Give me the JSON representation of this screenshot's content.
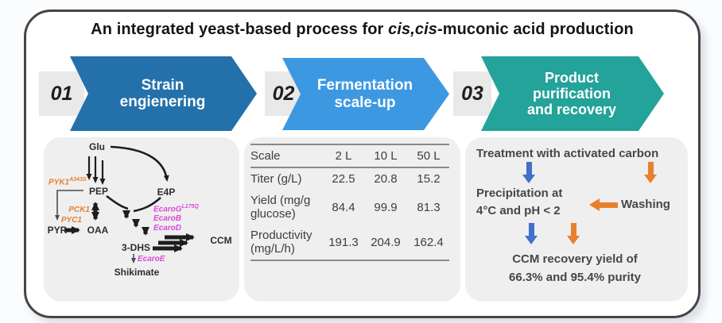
{
  "colors": {
    "step1_blue": "#2470aa",
    "step2_blue": "#3d98e2",
    "step3_teal": "#23a39a",
    "orange": "#e8802e",
    "magenta": "#d94ad9",
    "flow_blue": "#4370c9",
    "panel_gray": "#efefef",
    "numbox_gray": "#e9e9e9",
    "frame_border": "#454545",
    "text_dark": "#3e3e3e"
  },
  "title": {
    "prefix": "An integrated yeast-based process for ",
    "italic": "cis,cis",
    "suffix": "-muconic acid production"
  },
  "steps": [
    {
      "number": "01",
      "label": "Strain\nengienering"
    },
    {
      "number": "02",
      "label": "Fermentation\nscale-up"
    },
    {
      "number": "03",
      "label": "Product\npurification\nand recovery"
    }
  ],
  "pathway": {
    "nodes": {
      "glu": "Glu",
      "pep": "PEP",
      "e4p": "E4P",
      "pyr": "PYR",
      "oaa": "OAA",
      "dhs": "3-DHS",
      "ccm": "CCM",
      "shikimate": "Shikimate"
    },
    "genes_orange": {
      "pyk1": {
        "name": "PYK1",
        "sup": "A343S"
      },
      "pck1": "PCK1",
      "pyc1": "PYC1"
    },
    "genes_magenta": {
      "aroG": {
        "name": "EcaroG",
        "sup": "L175Q"
      },
      "aroB": "EcaroB",
      "aroD": "EcaroD",
      "aroE": "EcaroE"
    }
  },
  "table": {
    "headers": [
      "Scale",
      "2 L",
      "10 L",
      "50 L"
    ],
    "rows": [
      {
        "label": "Titer (g/L)",
        "values": [
          "22.5",
          "20.8",
          "15.2"
        ]
      },
      {
        "label": "Yield (mg/g glucose)",
        "values": [
          "84.4",
          "99.9",
          "81.3"
        ]
      },
      {
        "label": "Productivity (mg/L/h)",
        "values": [
          "191.3",
          "204.9",
          "162.4"
        ]
      }
    ]
  },
  "purification": {
    "step1": "Treatment with activated carbon",
    "precipitation_line1": "Precipitation at",
    "precipitation_line2": "4°C and pH < 2",
    "washing": "Washing",
    "result_line1": "CCM recovery yield of",
    "result_line2": "66.3% and 95.4% purity"
  }
}
